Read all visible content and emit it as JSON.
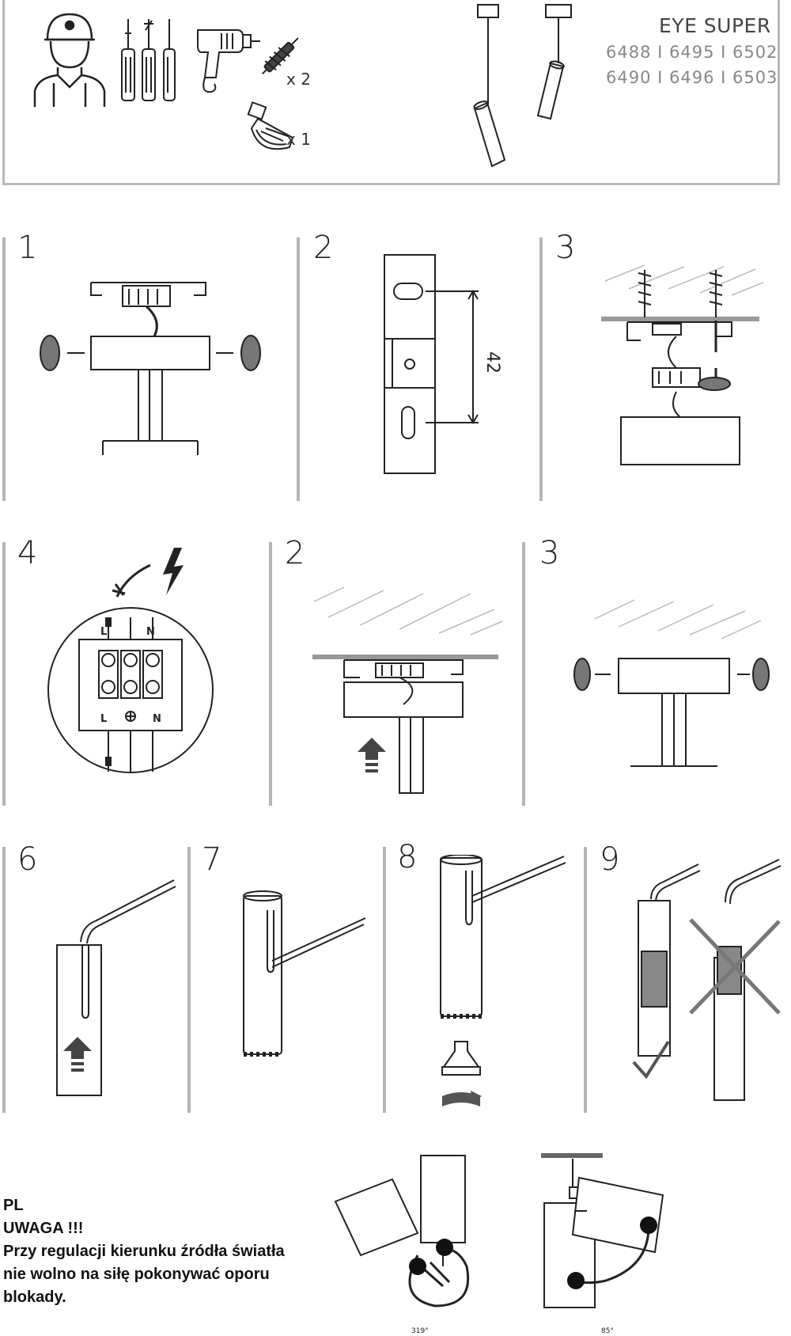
{
  "header": {
    "product_name": "EYE SUPER",
    "codes_row1": "6488 I 6495 I 6502",
    "codes_row2": "6490 I 6496 I 6503",
    "dowel_qty": "x 2",
    "bulb_qty": "x 1"
  },
  "steps": {
    "row1": [
      "1",
      "2",
      "3"
    ],
    "row2": [
      "4",
      "2",
      "3"
    ],
    "row3": [
      "6",
      "7",
      "8",
      "9"
    ]
  },
  "dimension_label": "42",
  "terminal_labels": {
    "live": "L",
    "neutral": "N",
    "top_neutral": "N"
  },
  "note": {
    "lang": "PL",
    "heading": "UWAGA !!!",
    "line1": "Przy regulacji kierunku źródła światła",
    "line2": "nie wolno na siłę pokonywać oporu",
    "line3": "blokady."
  },
  "angles": {
    "left": "319°",
    "right": "85°"
  },
  "icons": [
    "installer-icon",
    "screwdriver-icon",
    "drill-icon",
    "dowel-icon",
    "bulb-icon",
    "lamp-icon",
    "lightning-icon",
    "check-icon",
    "cross-icon",
    "arrow-up-icon",
    "rotate-icon"
  ]
}
